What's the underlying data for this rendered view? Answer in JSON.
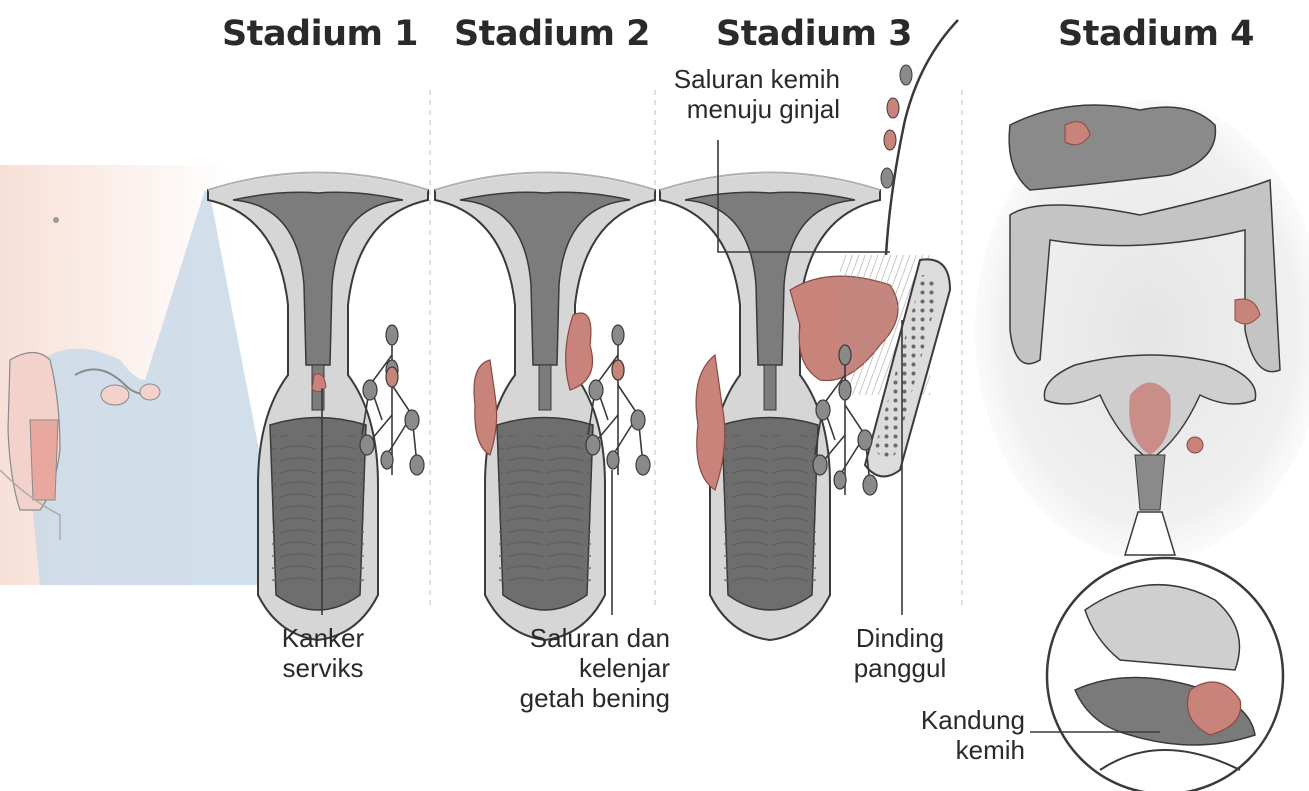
{
  "stages": [
    {
      "title": "Stadium 1"
    },
    {
      "title": "Stadium 2"
    },
    {
      "title": "Stadium 3"
    },
    {
      "title": "Stadium 4"
    }
  ],
  "labels": {
    "kanker_serviks": {
      "line1": "Kanker",
      "line2": "serviks"
    },
    "saluran_kelenjar": {
      "line1": "Saluran dan",
      "line2": "kelenjar",
      "line3": "getah bening"
    },
    "saluran_kemih": {
      "line1": "Saluran kemih",
      "line2": "menuju ginjal"
    },
    "dinding_panggul": {
      "line1": "Dinding",
      "line2": "panggul"
    },
    "kandung_kemih": {
      "line1": "Kandung",
      "line2": "kemih"
    }
  },
  "colors": {
    "tumor": "#c8837a",
    "tissue_light": "#d9d9d9",
    "tissue_dark": "#7a7a7a",
    "outline": "#3a3a3a",
    "zoom_fill": "#c9d9e8",
    "skin_tint": "#f6dcd2"
  }
}
